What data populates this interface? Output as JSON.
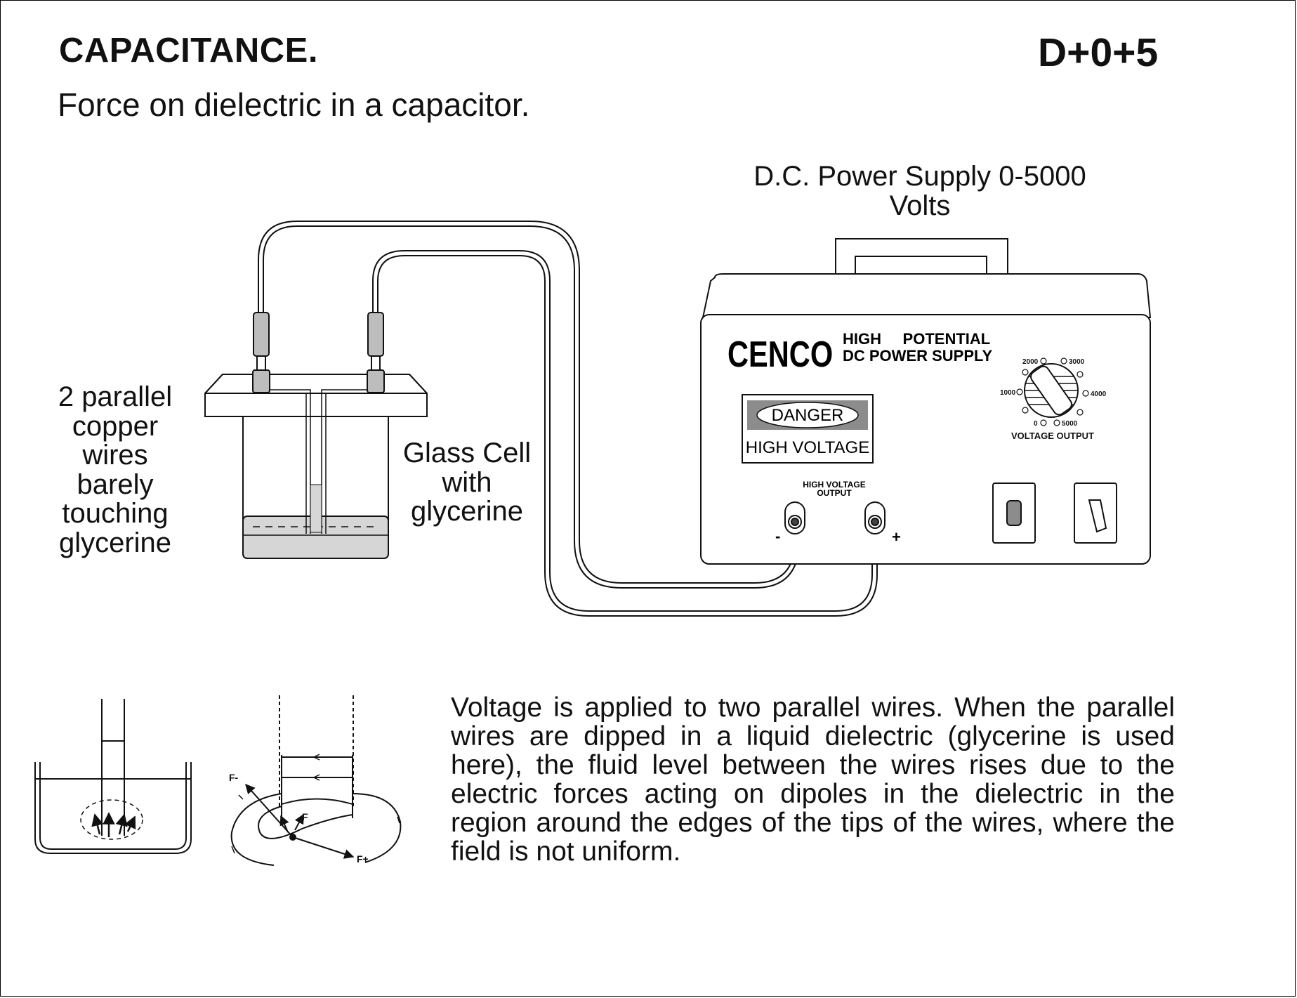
{
  "header": {
    "title": "CAPACITANCE.",
    "code": "D+0+5",
    "subtitle": "Force on dielectric in a capacitor."
  },
  "labels": {
    "power_supply": "D.C. Power Supply 0-5000 Volts",
    "wires": "2 parallel copper wires barely touching glycerine",
    "cell": "Glass Cell with glycerine"
  },
  "power_supply": {
    "brand": "CENCO",
    "model_line1": "HIGH     POTENTIAL",
    "model_line2": "DC POWER SUPPLY",
    "warning_top": "DANGER",
    "warning_bottom": "HIGH VOLTAGE",
    "output_label_line1": "HIGH VOLTAGE",
    "output_label_line2": "OUTPUT",
    "minus": "-",
    "plus": "+",
    "dial_caption": "VOLTAGE OUTPUT",
    "dial_marks": [
      "0",
      "1000",
      "2000",
      "3000",
      "4000",
      "5000"
    ]
  },
  "detail": {
    "f_minus": "F-",
    "f_center": "F",
    "f_plus": "F+"
  },
  "description": "Voltage is applied to two parallel wires. When the parallel wires are dipped in a liquid dielectric (glycerine is used here), the fluid level between the wires rises due to the electric forces acting on dipoles in the dielectric in the region around the edges of the tips of the wires, where the field is not uniform."
}
